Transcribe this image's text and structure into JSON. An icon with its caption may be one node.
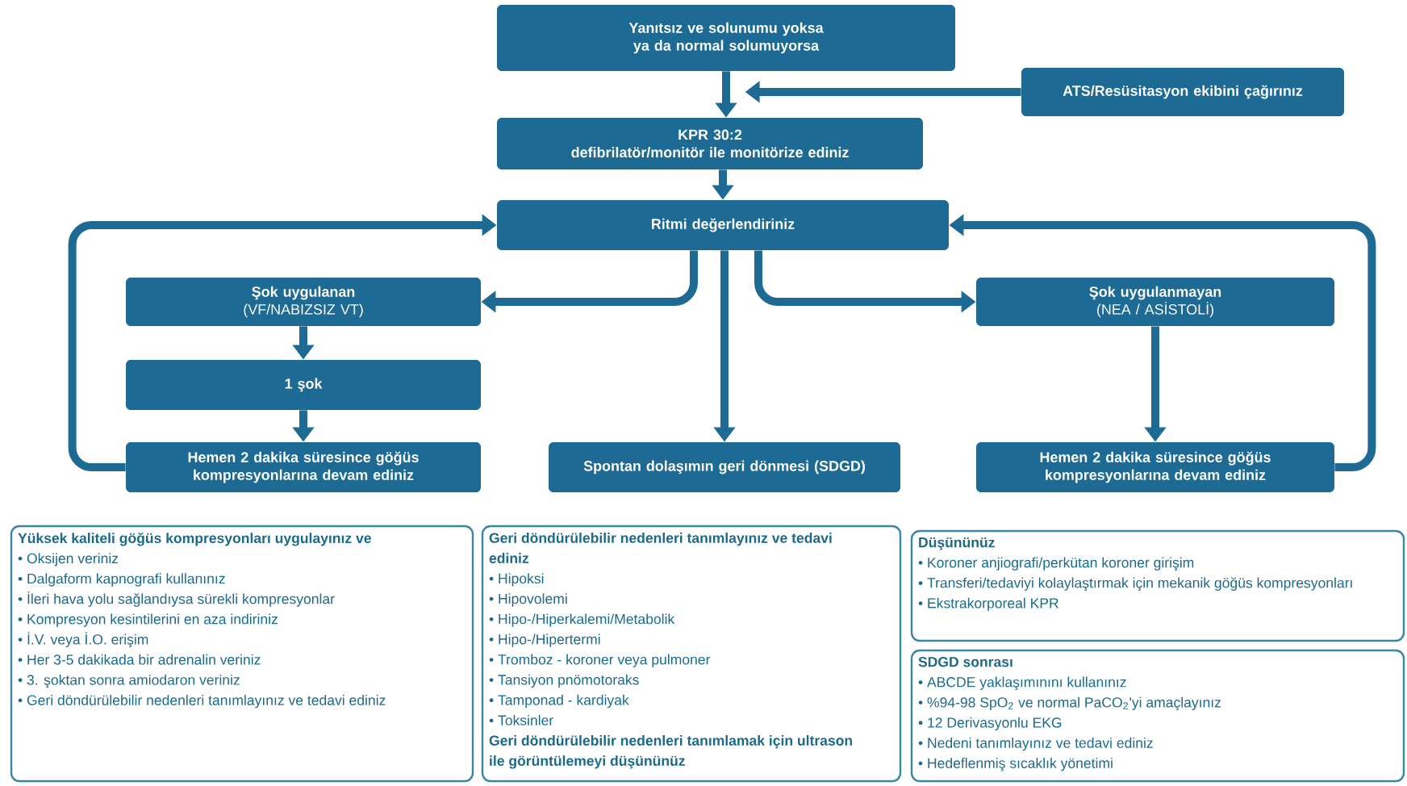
{
  "diagram": {
    "nodes": [
      {
        "text": [
          "Yanıtsız ve solunumu yoksa ya da normal solumuyorsa"
        ]
      },
      {
        "text": [
          "ATS/Resüsitasyon ekibini çağırınız"
        ]
      },
      {
        "text": [
          "KPR 30:2",
          "defibrilatör/monitör ile monitörize ediniz"
        ]
      },
      {
        "text": [
          "Ritmi değerlendiriniz"
        ]
      },
      {
        "text": [
          "Şok uygulanan",
          "(VF/NABIZSIZ VT)"
        ]
      },
      {
        "text": [
          "1 şok"
        ]
      },
      {
        "text": [
          "Hemen 2 dakika süresince göğüs kompresyonlarına devam ediniz"
        ]
      },
      {
        "text": [
          "Spontan dolaşımın geri dönmesi (SDGD)"
        ]
      },
      {
        "text": [
          "Şok uygulanmayan",
          "(NEA / ASİSTOLİ)"
        ]
      },
      {
        "text": [
          "Hemen 2 dakika süresince göğüs kompresyonlarına devam ediniz"
        ]
      },
      {
        "text": [
          "Yüksek kaliteli göğüs kompresyonları uygulayınız ve",
          "• Oksijen veriniz",
          "• Dalgaform kapnografi kullanınız",
          "• İleri hava yolu sağlandıysa sürekli kompresyonlar",
          "• Kompresyon kesintilerini en aza indiriniz",
          "• İ.V. veya İ.O. erişim",
          "• Her 3-5 dakikada bir adrenalin veriniz",
          "• 3. şoktan sonra amiodaron veriniz",
          "• Geri döndürülebilir nedenleri tanımlayınız ve tedavi ediniz"
        ]
      },
      {
        "text": [
          "Geri döndürülebilir nedenleri tanımlayınız ve tedavi ediniz",
          "• Hipoksi",
          "• Hipovolemi",
          "• Hipo-/Hiperkalemi/Metabolik",
          "• Hipo-/Hipertermi",
          "• Tromboz - koroner veya pulmoner",
          "• Tansiyon pnömotoraks",
          "• Tamponad - kardiyak",
          "• Toksinler",
          "Geri döndürülebilir nedenleri tanımlamak için ultrason ile görüntülemeyi düşününüz"
        ]
      },
      {
        "text": [
          "Düşününüz",
          "• Koroner anjiografi/perkütan koroner girişim",
          "• Transferi/tedaviyi kolaylaştırmak için mekanik göğüs kompresyonları",
          "• Ekstrakorporeal KPR"
        ]
      },
      {
        "text": [
          "SDGD sonrası",
          "• ABCDE yaklaşımınını kullanınız",
          "• %94-98 SpO$_{2}$ ve normal PaCO$_{2}$'yi amaçlayınız",
          "• 12 Derivasyonlu EKG",
          "• Nedeni tanımlayınız ve tedavi ediniz",
          "• Hedeflenmiş sıcaklık yönetimi"
        ]
      }
    ],
    "edges": [
      {
        "from": 0,
        "to": 2,
        "arrow": "to"
      },
      {
        "from": 1,
        "to": 2,
        "arrow": "to"
      },
      {
        "from": 2,
        "to": 3,
        "arrow": "to"
      },
      {
        "from": 3,
        "to": 4,
        "arrow": "to"
      },
      {
        "from": 3,
        "to": 7,
        "arrow": "to"
      },
      {
        "from": 3,
        "to": 8,
        "arrow": "to"
      },
      {
        "from": 4,
        "to": 5,
        "arrow": "to"
      },
      {
        "from": 5,
        "to": 6,
        "arrow": "to"
      },
      {
        "from": 6,
        "to": 3,
        "arrow": "to"
      },
      {
        "from": 8,
        "to": 9,
        "arrow": "to"
      },
      {
        "from": 9,
        "to": 3,
        "arrow": "to"
      }
    ]
  }
}
